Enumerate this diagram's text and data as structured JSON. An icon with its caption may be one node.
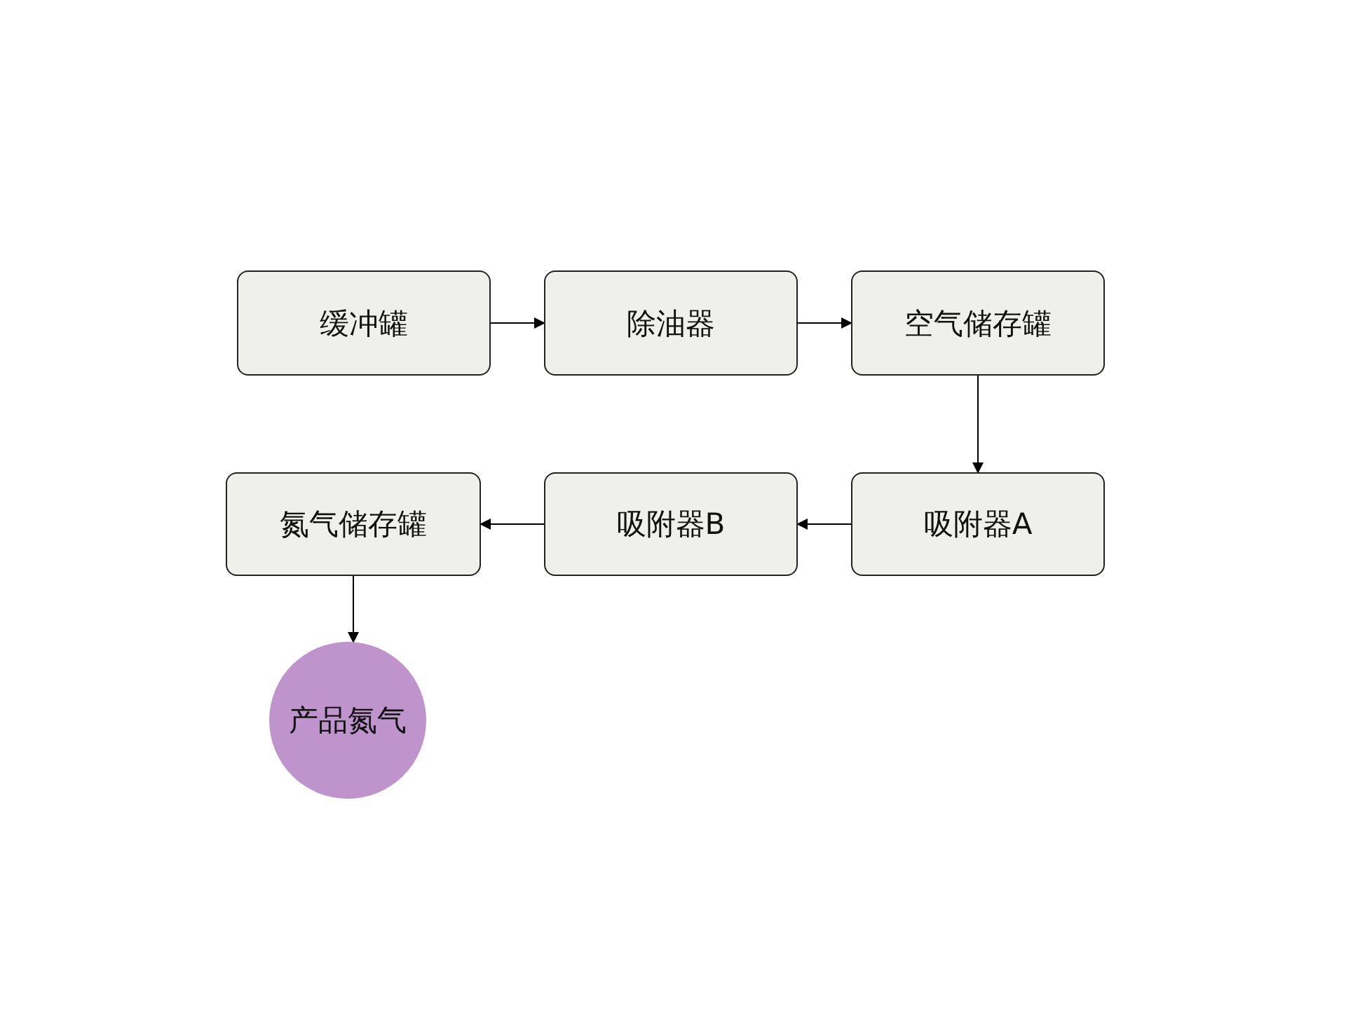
{
  "diagram": {
    "nodes": [
      {
        "text": [
          "缓冲罐"
        ]
      },
      {
        "text": [
          "除油器"
        ]
      },
      {
        "text": [
          "空气储存罐"
        ]
      },
      {
        "text": [
          "吸附器A"
        ]
      },
      {
        "text": [
          "吸附器B"
        ]
      },
      {
        "text": [
          "氮气储存罐"
        ]
      },
      {
        "text": [
          "产品氮气"
        ]
      }
    ],
    "edges": [
      {
        "from": 0,
        "to": 1,
        "arrow": "to"
      },
      {
        "from": 1,
        "to": 2,
        "arrow": "to"
      },
      {
        "from": 2,
        "to": 3,
        "arrow": "to"
      },
      {
        "from": 3,
        "to": 4,
        "arrow": "to"
      },
      {
        "from": 4,
        "to": 5,
        "arrow": "to"
      },
      {
        "from": 5,
        "to": 6,
        "arrow": "to"
      }
    ]
  }
}
